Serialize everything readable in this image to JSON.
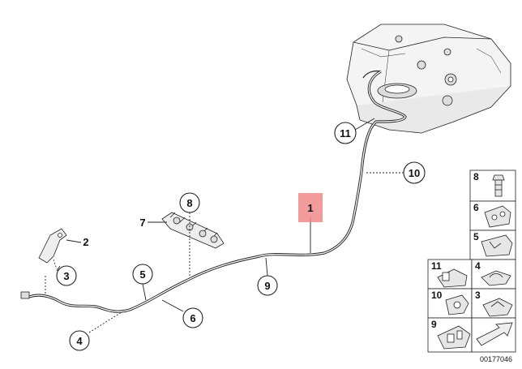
{
  "diagram": {
    "highlighted_callout": "1",
    "callouts": [
      {
        "id": "c1",
        "label": "1"
      },
      {
        "id": "c2",
        "label": "2"
      },
      {
        "id": "c3",
        "label": "3"
      },
      {
        "id": "c4",
        "label": "4"
      },
      {
        "id": "c5",
        "label": "5"
      },
      {
        "id": "c6",
        "label": "6"
      },
      {
        "id": "c7",
        "label": "7"
      },
      {
        "id": "c8",
        "label": "8"
      },
      {
        "id": "c9",
        "label": "9"
      },
      {
        "id": "c10",
        "label": "10"
      },
      {
        "id": "c11",
        "label": "11"
      }
    ],
    "side_panel": [
      {
        "label": "8"
      },
      {
        "label": "6"
      },
      {
        "label": "5"
      },
      {
        "label": "11"
      },
      {
        "label": "4"
      },
      {
        "label": "10"
      },
      {
        "label": "3"
      },
      {
        "label": "9"
      }
    ],
    "reference_code": "00177046",
    "highlight_color": "#f08a8a"
  }
}
